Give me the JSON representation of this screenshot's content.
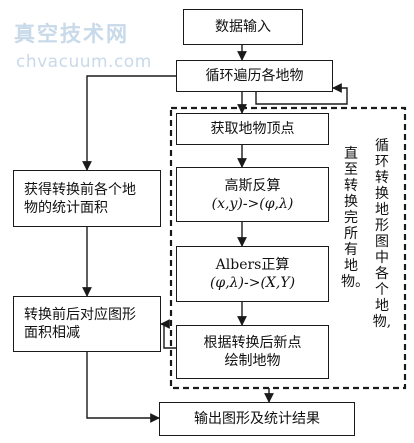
{
  "watermark": {
    "cn": "真空技术网",
    "en": "chvacuum.com"
  },
  "nodes": {
    "data_input": "数据输入",
    "loop_features": "循环遍历各地物",
    "get_vertices": "获取地物顶点",
    "gauss_inverse_l1": "高斯反算",
    "gauss_inverse_l2": "(x,y)->(φ,λ)",
    "albers_l1": "Albers正算",
    "albers_l2": "(φ,λ)->(X,Y)",
    "redraw_l1": "根据转换后新点",
    "redraw_l2": "绘制地物",
    "area_before_l1": "获得转换前各个地",
    "area_before_l2": "物的统计面积",
    "subtract_l1": "转换前后对应图形",
    "subtract_l2": "面积相减",
    "output": "输出图形及统计结果"
  },
  "notes": {
    "col_a": "循环转换地形图中各个地物,",
    "col_b": "直至转换完所有地物。"
  }
}
